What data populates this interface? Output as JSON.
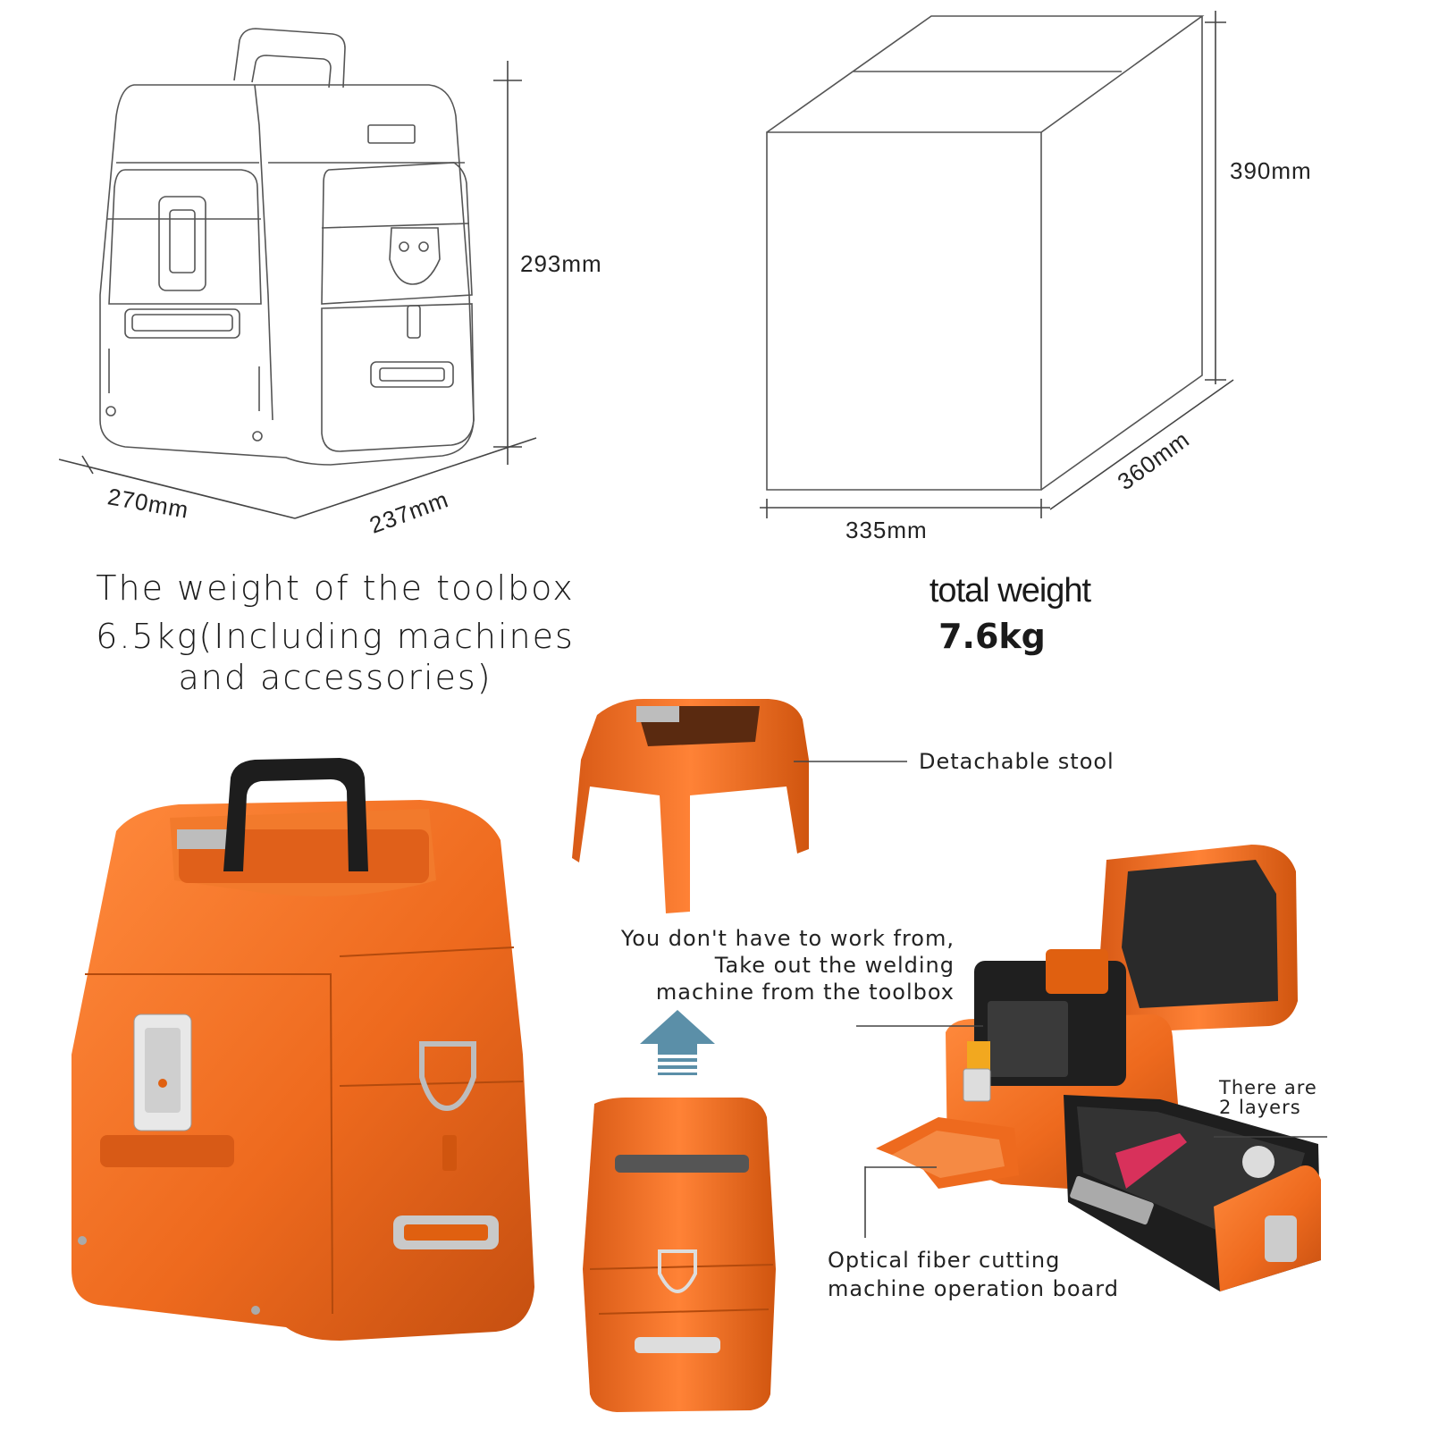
{
  "colors": {
    "orange": "#ee6a1e",
    "orange_dark": "#c54f10",
    "orange_light": "#ff8a3d",
    "line_art": "#555555",
    "arrow_blue": "#5b8fa8"
  },
  "drawing": {
    "height_label": "293mm",
    "width_label": "270mm",
    "depth_label": "237mm"
  },
  "package": {
    "height_label": "390mm",
    "width_label": "335mm",
    "depth_label": "360mm"
  },
  "weights": {
    "toolbox_line1": "The weight of the toolbox",
    "toolbox_line2": "6.5kg(Including machines",
    "toolbox_line3": "and accessories)",
    "total_line1": "total weight",
    "total_line2": "7.6kg"
  },
  "callouts": {
    "stool": "Detachable stool",
    "work_line1": "You don't have to work from,",
    "work_line2": "Take out the welding",
    "work_line3": "machine from the toolbox",
    "layers_line1": "There are",
    "layers_line2": "2 layers",
    "board_line1": "Optical fiber cutting",
    "board_line2": "machine operation board"
  }
}
